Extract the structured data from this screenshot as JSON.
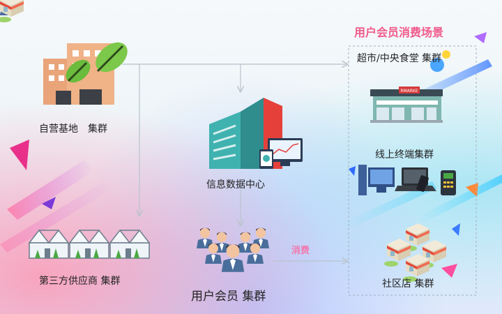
{
  "title": "用户会员消费场景",
  "nodes": {
    "own_base": "自营基地　集群",
    "data_center": "信息数据中心",
    "third_party": "第三方供应商 集群",
    "members": "用户会员 集群",
    "supermarket": "超市/中央食堂  集群",
    "online": "线上终端集群",
    "community": "社区店 集群"
  },
  "edge_label": "消费",
  "supermarket_sign": "RMARKE",
  "colors": {
    "title": "#f05a8a",
    "connector": "#b9c3cc",
    "edge_label": "#f07ab0"
  }
}
